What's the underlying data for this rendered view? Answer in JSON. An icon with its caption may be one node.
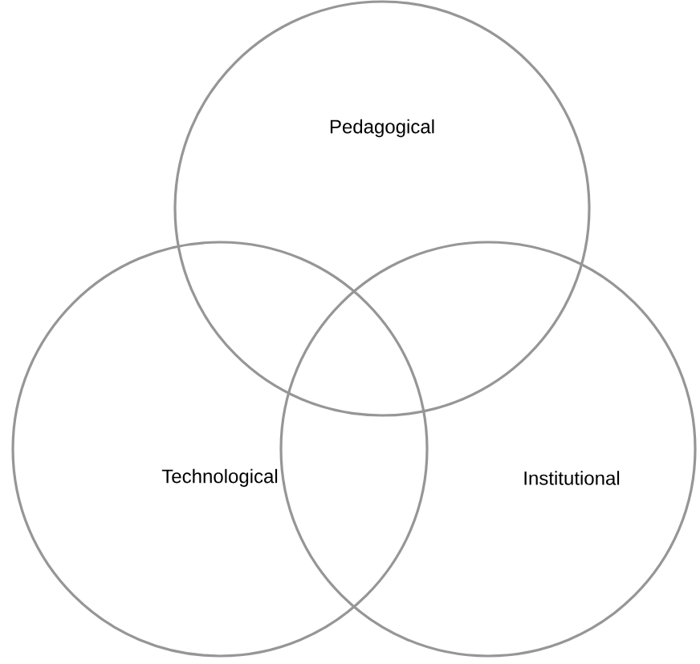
{
  "diagram": {
    "nodes": [
      {
        "text": [
          "Pedagogical"
        ]
      },
      {
        "text": [
          "Technological"
        ]
      },
      {
        "text": [
          "Institutional"
        ]
      }
    ]
  }
}
